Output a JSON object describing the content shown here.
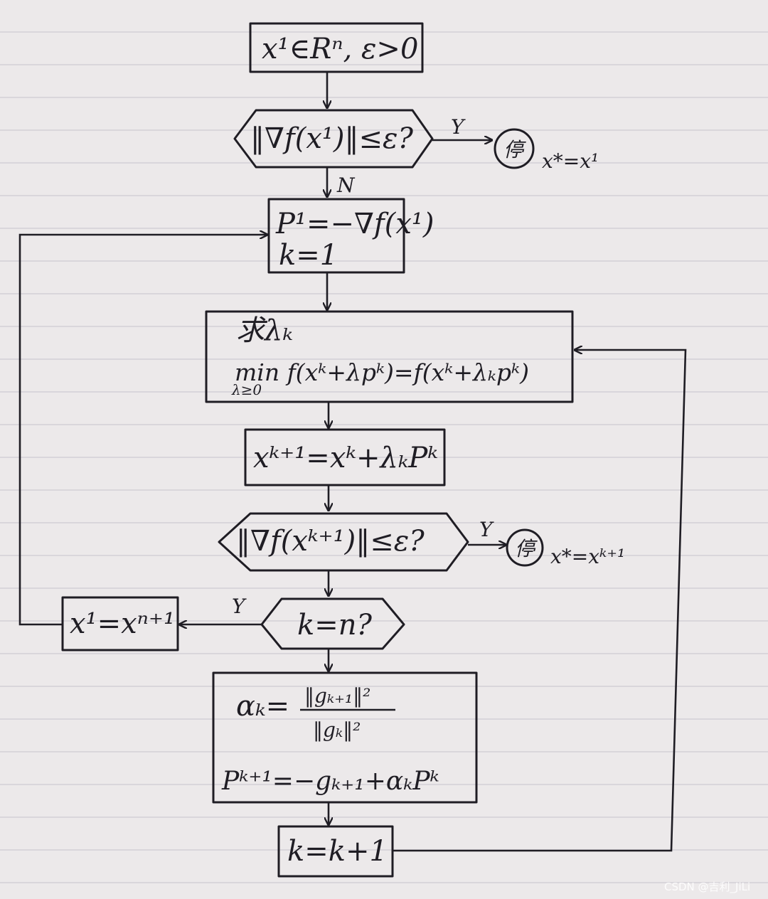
{
  "colors": {
    "ink": "#1f1d24",
    "paper": "#ece9ea",
    "rule_line": "#c9c6cf"
  },
  "nodes": {
    "init": "x¹∈Rⁿ, ε>0",
    "check1": "‖∇f(x¹)‖≤ε?",
    "check1_yes": "Y",
    "check1_no": "N",
    "stop1": "停",
    "stop1_result": "x*=x¹",
    "setup_line1": "P¹=−∇f(x¹)",
    "setup_line2": "k=1",
    "linesearch_line1": "求λₖ",
    "linesearch_line2": "min f(xᵏ+λpᵏ)=f(xᵏ+λₖpᵏ)",
    "linesearch_sub": "λ≥0",
    "update_x": "xᵏ⁺¹=xᵏ+λₖPᵏ",
    "check2": "‖∇f(xᵏ⁺¹)‖≤ε?",
    "check2_yes": "Y",
    "stop2": "停",
    "stop2_result": "x*=xᵏ⁺¹",
    "check3": "k=n?",
    "check3_yes": "Y",
    "restart": "x¹=xⁿ⁺¹",
    "alpha_lhs": "αₖ=",
    "alpha_num": "‖gₖ₊₁‖²",
    "alpha_den": "‖gₖ‖²",
    "new_dir": "Pᵏ⁺¹=−gₖ₊₁+αₖPᵏ",
    "increment": "k=k+1"
  },
  "watermark": "CSDN @吉利_JiLi"
}
